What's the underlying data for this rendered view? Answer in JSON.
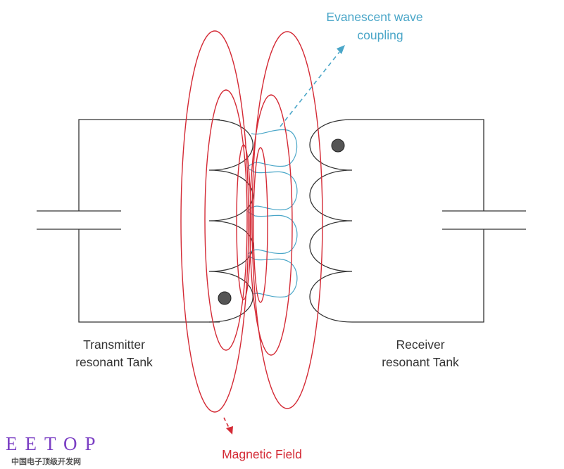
{
  "labels": {
    "evanescent_line1": "Evanescent wave",
    "evanescent_line2": "coupling",
    "transmitter_line1": "Transmitter",
    "transmitter_line2": "resonant Tank",
    "receiver_line1": "Receiver",
    "receiver_line2": "resonant Tank",
    "magnetic_field": "Magnetic Field"
  },
  "watermark": {
    "logo": "EETOP",
    "subtitle": "中国电子顶级开发网"
  },
  "colors": {
    "circuit": "#333333",
    "field": "#d42a35",
    "wave": "#4aa6c8",
    "label_dark": "#333333",
    "label_wave": "#4aa6c8",
    "label_field": "#d42a35",
    "logo": "#7b3fc4",
    "logo_sub": "#555555"
  }
}
